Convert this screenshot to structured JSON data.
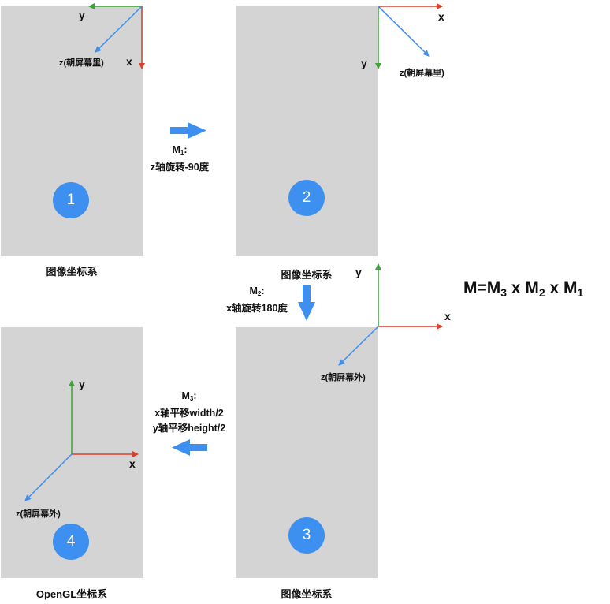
{
  "panels": [
    {
      "number": "1",
      "caption": "图像坐标系"
    },
    {
      "number": "2",
      "caption": "图像坐标系"
    },
    {
      "number": "3",
      "caption": "图像坐标系"
    },
    {
      "number": "4",
      "caption": "OpenGL坐标系"
    }
  ],
  "axes": {
    "x": "x",
    "y": "y",
    "z_into": "z(朝屏幕里)",
    "z_out": "z(朝屏幕外)"
  },
  "transforms": {
    "m1": {
      "symbol": "M",
      "sub": "1",
      "colon": ":",
      "line": "z轴旋转-90度"
    },
    "m2": {
      "symbol": "M",
      "sub": "2",
      "colon": ":",
      "line": "x轴旋转180度"
    },
    "m3": {
      "symbol": "M",
      "sub": "3",
      "colon": ":",
      "line1": "x轴平移width/2",
      "line2": "y轴平移height/2"
    }
  },
  "formula": {
    "lhs": "M=M",
    "s3": "3",
    "mid1": " x M",
    "s2": "2",
    "mid2": " x M",
    "s1": "1"
  },
  "colors": {
    "panel": "#d4d4d4",
    "badge": "#3d8ff0",
    "x_axis": "#d9412f",
    "y_axis": "#3fa33a",
    "z_axis": "#3d8ff0",
    "step_arrow": "#3d8ff0"
  }
}
